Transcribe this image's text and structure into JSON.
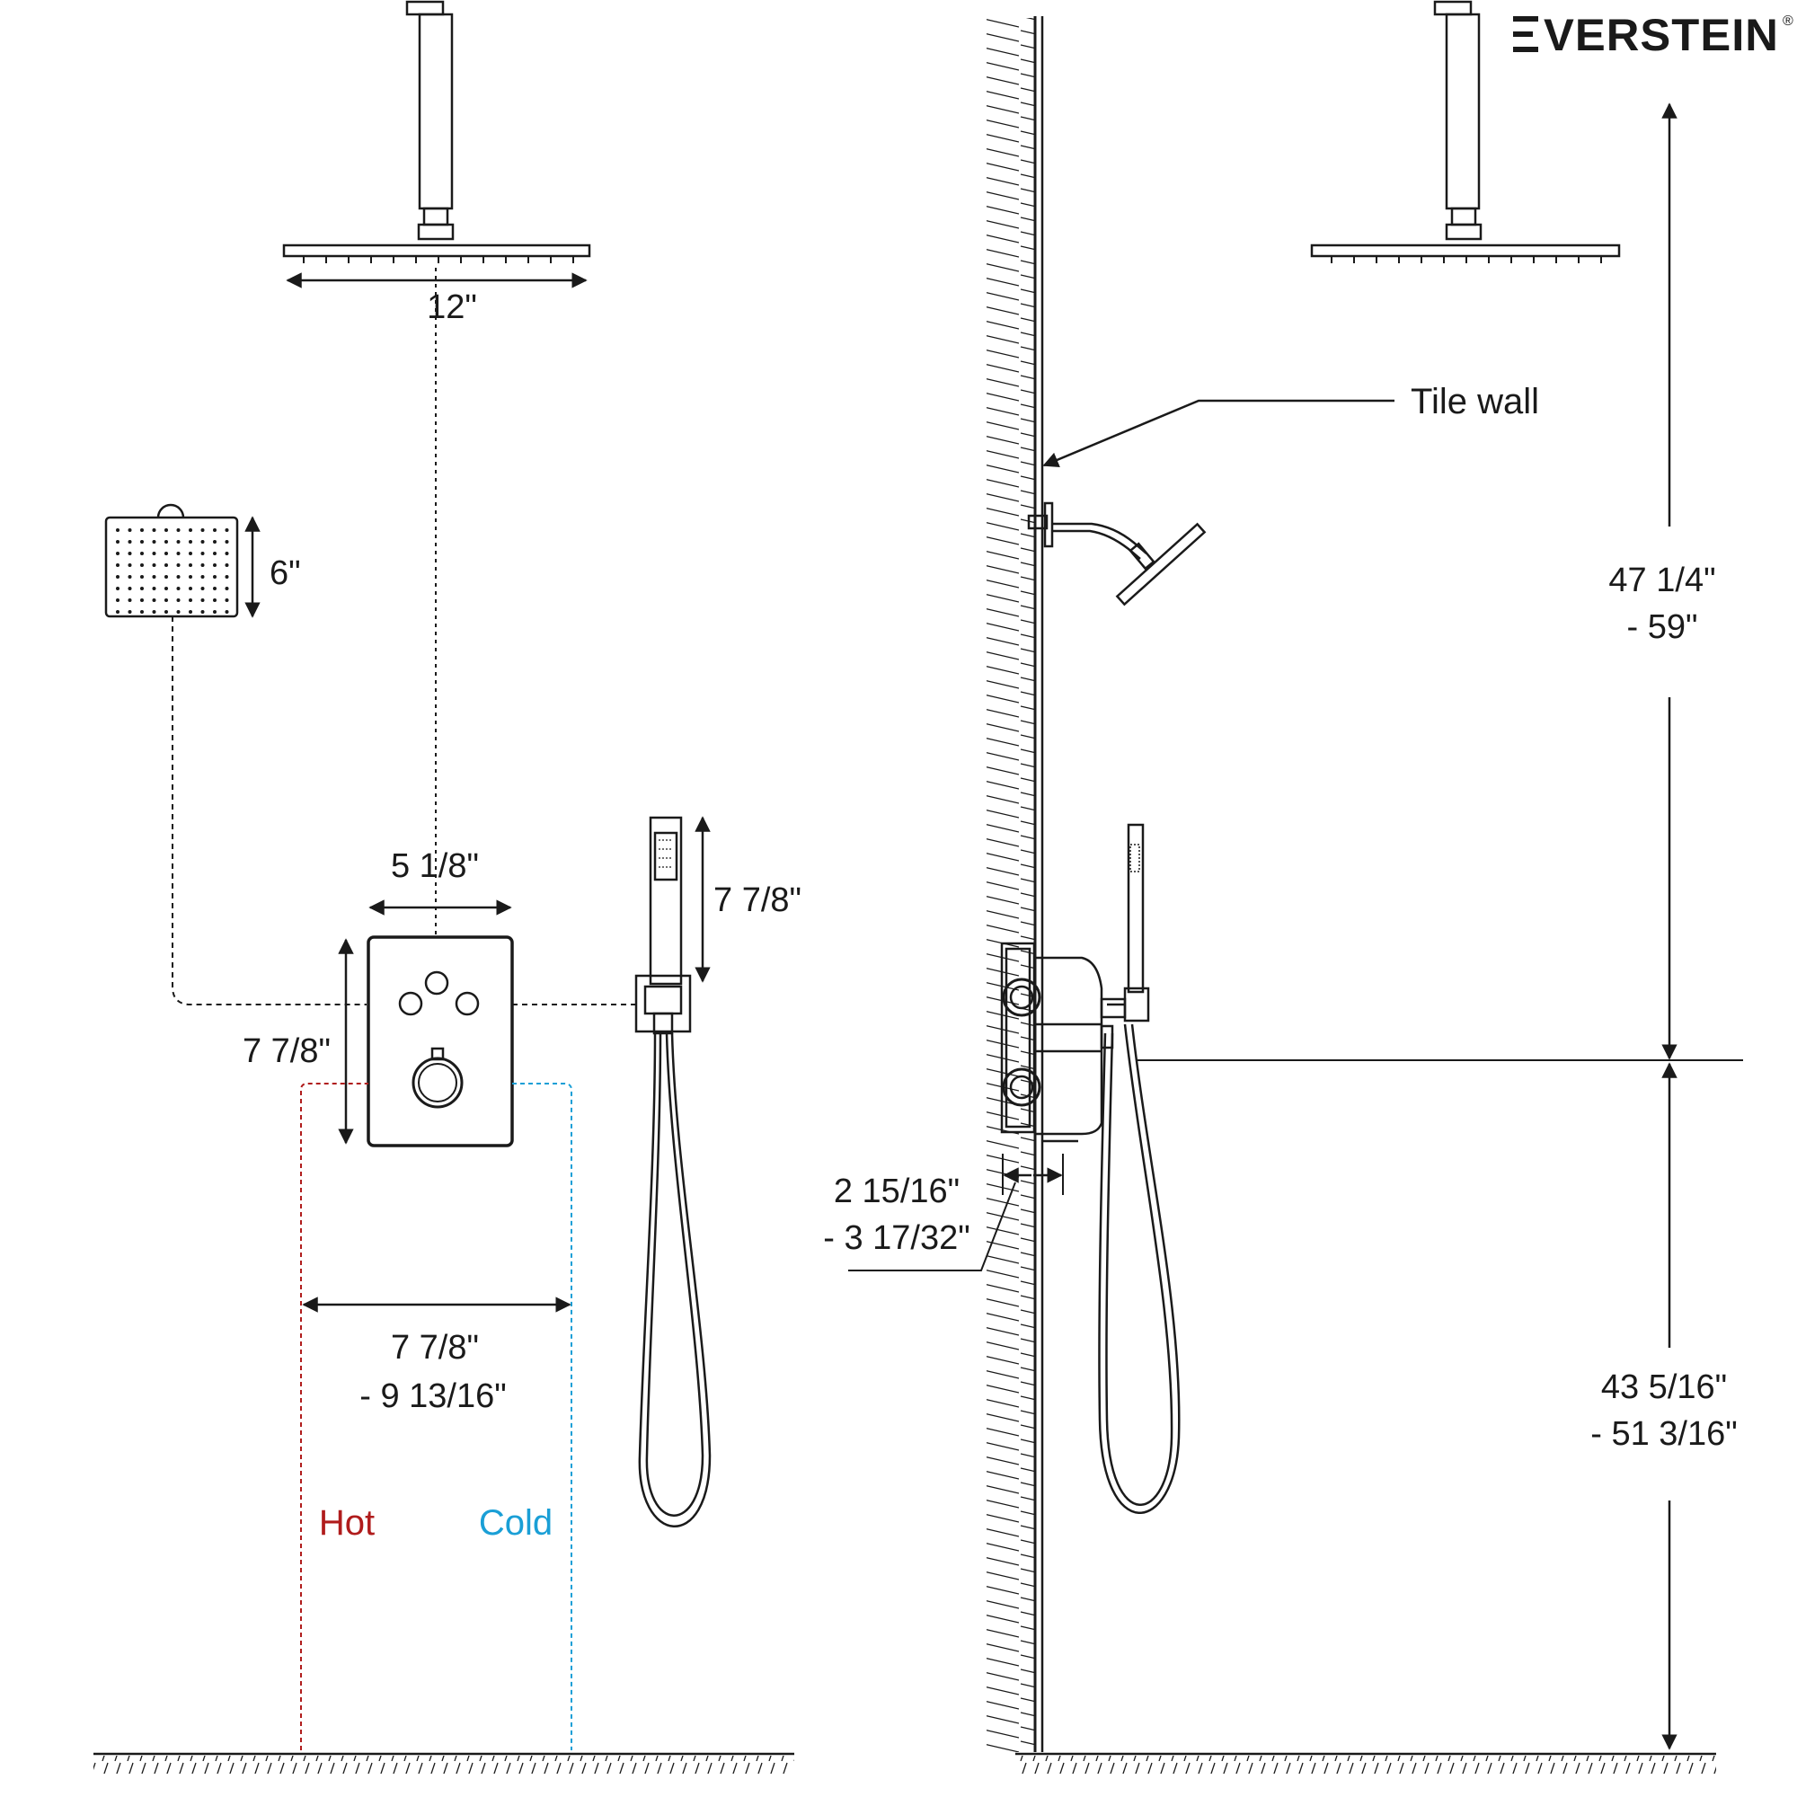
{
  "brand": {
    "name": "EVERSTEIN",
    "registered": "®"
  },
  "left_view": {
    "rain_head_width": "12\"",
    "hand_head_size": "6\"",
    "valve_plate_width": "5 1/8\"",
    "valve_plate_height": "7 7/8\"",
    "handheld_height": "7 7/8\"",
    "supply_spacing_line1": "7 7/8\"",
    "supply_spacing_line2": "- 9 13/16\"",
    "hot_label": "Hot",
    "cold_label": "Cold"
  },
  "side_view": {
    "wall_label": "Tile wall",
    "upper_height_line1": "47 1/4\"",
    "upper_height_line2": "- 59\"",
    "lower_height_line1": "43 5/16\"",
    "lower_height_line2": "- 51 3/16\"",
    "depth_line1": "2 15/16\"",
    "depth_line2": "- 3 17/32\""
  },
  "colors": {
    "line": "#1a1a1a",
    "hot": "#b01c1c",
    "cold": "#1a9fd6"
  }
}
